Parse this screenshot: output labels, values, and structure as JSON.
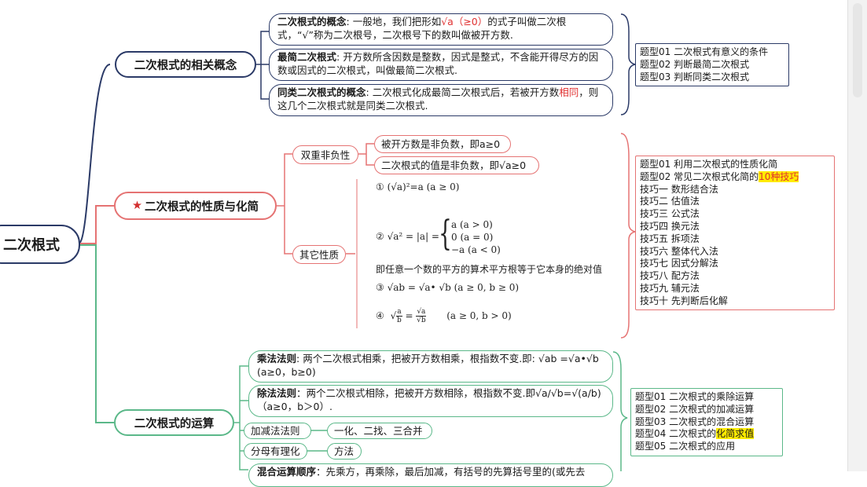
{
  "root": {
    "label": "二次根式"
  },
  "sections": {
    "concept": {
      "label": "二次根式的相关概念",
      "items": [
        {
          "title": "二次根式的概念",
          "text_a": ": 一般地，我们把形如",
          "text_red": "√a（≥0）",
          "text_b": "的式子叫做二次根式，“√”称为二次根号，二次根号下的数叫做被开方数."
        },
        {
          "title": "最简二次根式",
          "text": ": 开方数所含因数是整数，因式是整式，不含能开得尽方的因数或因式的二次根式，叫做最简二次根式."
        },
        {
          "title": "同类二次根式的概念",
          "text_a": ": 二次根式化成最简二次根式后，若被开方数",
          "text_red": "相同",
          "text_b": "，则这几个二次根式就是同类二次根式."
        }
      ],
      "types": [
        "题型01 二次根式有意义的条件",
        "题型02 判断最简二次根式",
        "题型03 判断同类二次根式"
      ]
    },
    "property": {
      "label": "二次根式的性质与化简",
      "star": "★",
      "double_nonneg": {
        "label": "双重非负性",
        "items": [
          "被开方数是非负数，即a≥0",
          "二次根式的值是非负数，即√a≥0"
        ]
      },
      "other": {
        "label": "其它性质",
        "f1": "① (√a)²=a  (a ≥ 0)",
        "f2_left": "② √a² = |a| =",
        "f2_cases": [
          "a  (a > 0)",
          "0  (a = 0)",
          "−a  (a < 0)"
        ],
        "note": "即任意一个数的平方的算术平方根等于它本身的绝对值",
        "f3": "③ √ab  = √a• √b    (a ≥ 0,  b ≥ 0)",
        "f4_prefix": "④",
        "f4_cond": "(a ≥ 0,  b > 0)"
      },
      "types": [
        "题型01 利用二次根式的性质化简"
      ],
      "type02_a": "题型02 常见二次根式化简的",
      "type02_hl": "10种技巧",
      "techniques": [
        "技巧一 数形结合法",
        "技巧二 估值法",
        "技巧三 公式法",
        "技巧四 换元法",
        "技巧五 拆项法",
        "技巧六 整体代入法",
        "技巧七 因式分解法",
        "技巧八 配方法",
        "技巧九 辅元法",
        "技巧十 先判断后化解"
      ]
    },
    "operation": {
      "label": "二次根式的运算",
      "mult": {
        "title": "乘法法则",
        "text": ": 两个二次根式相乘，把被开方数相乘，根指数不变.即: √ab =√a•√b   (a≥0，b≥0)"
      },
      "div": {
        "title": "除法法则",
        "text": "：两个二次根式相除，把被开方数相除，根指数不变.即√a/√b=√(a/b)（a≥0，b＞0）."
      },
      "addsub": {
        "label": "加减法法则",
        "value": "一化、二找、三合并"
      },
      "ration": {
        "label": "分母有理化",
        "value": "方法"
      },
      "mixed": {
        "title": "混合运算顺序",
        "text": "：先乘方，再乘除，最后加减，有括号的先算括号里的(或先去"
      },
      "types_a": [
        "题型01 二次根式的乘除运算",
        "题型02 二次根式的加减运算",
        "题型03 二次根式的混合运算"
      ],
      "type04_a": "题型04 二次根式的",
      "type04_hl": "化简求值",
      "type05": "题型05 二次根式的应用"
    }
  },
  "colors": {
    "navy": "#2b3a67",
    "red": "#e57373",
    "green": "#5bb889",
    "highlight": "#ffeb00",
    "red_text": "#e03030"
  }
}
